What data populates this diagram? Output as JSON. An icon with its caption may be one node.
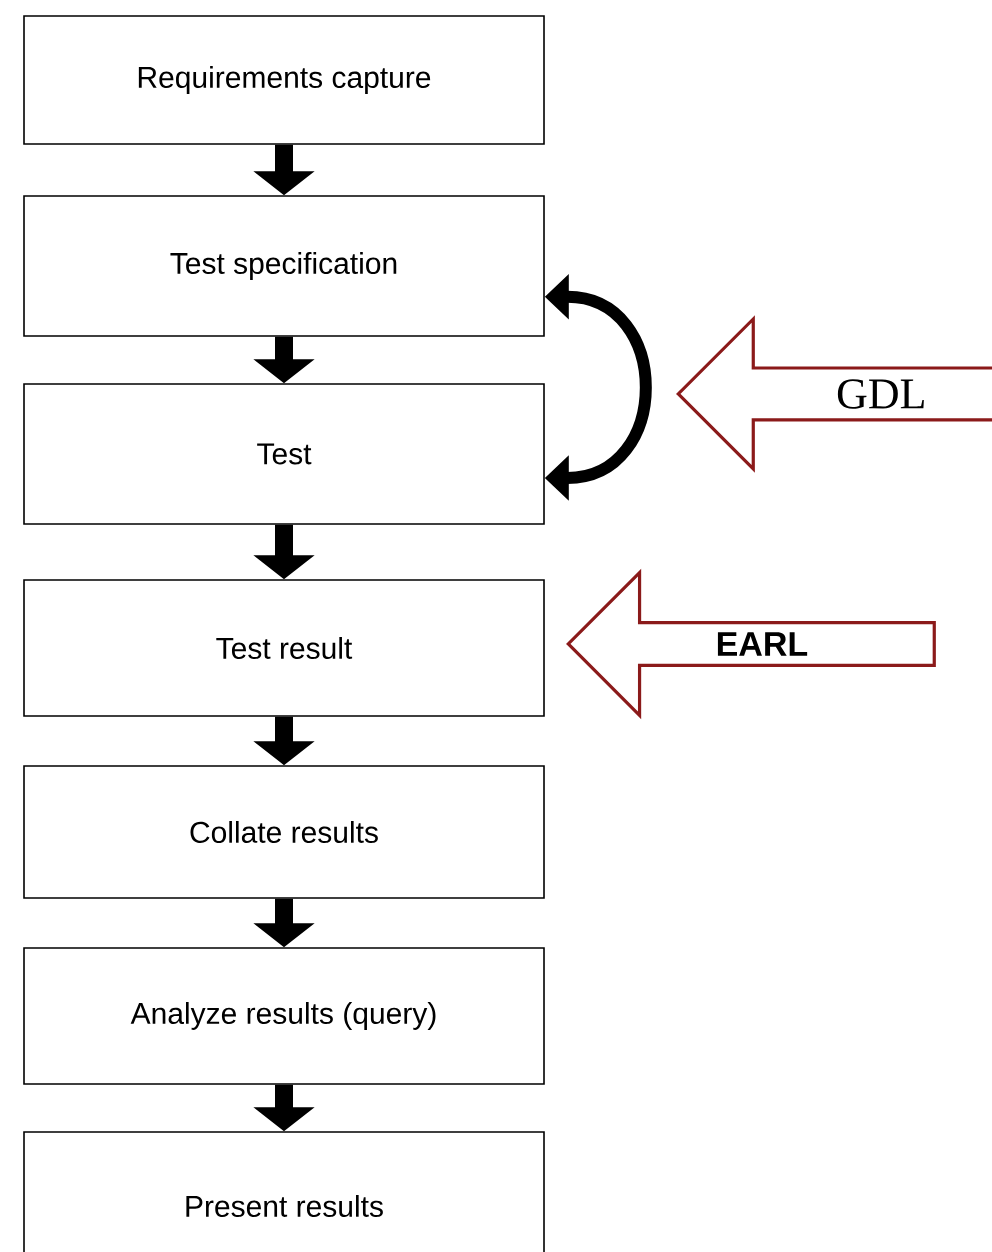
{
  "diagram": {
    "nodes": [
      {
        "text": [
          "Requirements capture"
        ]
      },
      {
        "text": [
          "Test specification"
        ]
      },
      {
        "text": [
          "Test"
        ]
      },
      {
        "text": [
          "Test result"
        ]
      },
      {
        "text": [
          "Collate results"
        ]
      },
      {
        "text": [
          "Analyze results (query)"
        ]
      },
      {
        "text": [
          "Present results"
        ]
      },
      {
        "text": [
          "GDL"
        ]
      },
      {
        "text": [
          "EARL"
        ]
      }
    ],
    "edges": [
      {
        "from": 0,
        "to": 1,
        "arrow": "to"
      },
      {
        "from": 1,
        "to": 2,
        "arrow": "to"
      },
      {
        "from": 2,
        "to": 3,
        "arrow": "to"
      },
      {
        "from": 3,
        "to": 4,
        "arrow": "to"
      },
      {
        "from": 4,
        "to": 5,
        "arrow": "to"
      },
      {
        "from": 5,
        "to": 6,
        "arrow": "to"
      },
      {
        "from": 1,
        "to": 2,
        "arrow": "both"
      }
    ]
  }
}
